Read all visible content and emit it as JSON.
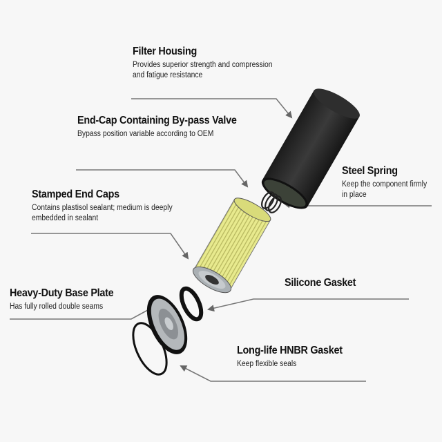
{
  "callouts": [
    {
      "id": "filter-housing",
      "title": "Filter Housing",
      "desc": [
        "Provides superior strength and compression",
        "and fatigue resistance"
      ]
    },
    {
      "id": "end-cap-bypass",
      "title": "End-Cap Containing By-pass Valve",
      "desc": [
        "Bypass position variable according to OEM"
      ]
    },
    {
      "id": "stamped-end-caps",
      "title": "Stamped End Caps",
      "desc": [
        "Contains plastisol sealant; medium is deeply",
        "embedded in sealant"
      ]
    },
    {
      "id": "steel-spring",
      "title": "Steel Spring",
      "desc": [
        "Keep the component firmly",
        "in place"
      ]
    },
    {
      "id": "silicone-gasket",
      "title": "Silicone Gasket",
      "desc": []
    },
    {
      "id": "base-plate",
      "title": "Heavy-Duty Base Plate",
      "desc": [
        "Has fully rolled double seams"
      ]
    },
    {
      "id": "hnbr-gasket",
      "title": "Long-life HNBR Gasket",
      "desc": [
        "Keep flexible seals"
      ]
    }
  ],
  "colors": {
    "line": "#777777",
    "housing": "#2a2a2a",
    "media": "#e6e88a",
    "metal": "#b8bcc0",
    "rubber": "#111111"
  }
}
